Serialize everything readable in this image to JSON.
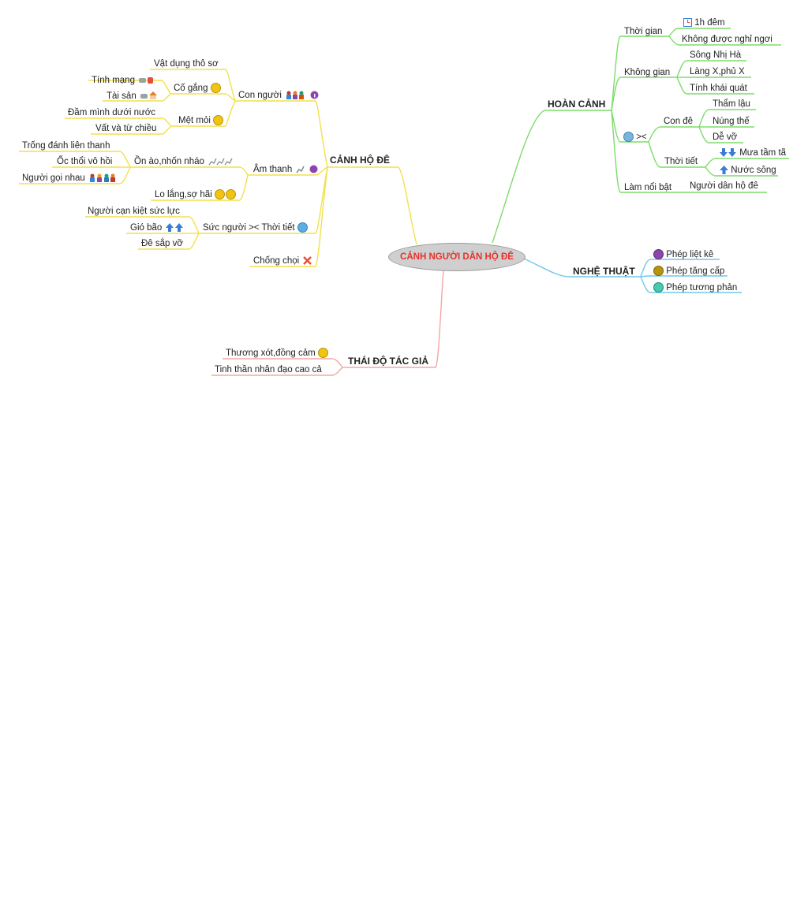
{
  "center": "CẢNH NGƯỜI DÂN HỘ ĐÊ",
  "colors": {
    "yellow": "#f2e14c",
    "green": "#7ddc6a",
    "blue": "#6fc9ea",
    "pink": "#f2a8a0",
    "center_text": "#e8322c"
  },
  "left": {
    "canh_ho_de": {
      "label": "CẢNH HỘ ĐÊ",
      "con_nguoi": {
        "label": "Con người",
        "icons": [
          "people-icon",
          "info-icon"
        ],
        "items": {
          "vat_dung": "Vật dụng thô sơ",
          "co_gang": {
            "label": "Cố gắng",
            "icon": "smiley-icon",
            "items": [
              {
                "label": "Tính mạng",
                "icon": "hands-icon"
              },
              {
                "label": "Tài sản",
                "icon": "house-icon"
              }
            ]
          },
          "met_moi": {
            "label": "Mệt mỏi",
            "icon": "tired-icon",
            "items": [
              "Đầm mình dưới nước",
              "Vất và từ chiều"
            ]
          }
        }
      },
      "am_thanh": {
        "label": "Âm thanh",
        "icons": [
          "running-icon",
          "info-icon"
        ],
        "on_ao": {
          "label": "Ồn ào,nhốn nháo",
          "icon": "running-people-icon",
          "items": [
            "Trống đánh liên thanh",
            "Ốc thổi vô hồi",
            {
              "label": "Người gọi nhau",
              "icon": "people-icon"
            }
          ]
        },
        "lo_lang": {
          "label": "Lo lắng,sợ hãi",
          "icon": "worried-faces-icon"
        }
      },
      "suc_nguoi": {
        "label": "Sức người >< Thời tiết",
        "icon": "globe-icon",
        "items": [
          "Người cạn kiệt sức lực",
          {
            "label": "Gió bão",
            "icon": "arrows-up-icon"
          },
          "Đê sắp vỡ"
        ]
      },
      "chong_choi": {
        "label": "Chống chọi",
        "icon": "cross-icon"
      }
    },
    "thai_do": {
      "label": "THÁI ĐỘ TÁC GIẢ",
      "items": [
        {
          "label": "Thương xót,đồng cảm",
          "icon": "sad-face-icon"
        },
        "Tinh thần nhân đạo cao cả"
      ]
    }
  },
  "right": {
    "hoan_canh": {
      "label": "HOÀN CẢNH",
      "thoi_gian": {
        "label": "Thời gian",
        "items": [
          {
            "label": "1h đêm",
            "icon": "clock-icon"
          },
          "Không được nghỉ ngơi"
        ]
      },
      "khong_gian": {
        "label": "Không gian",
        "items": [
          "Sông Nhị Hà",
          "Làng X,phủ X",
          "Tính khái quát"
        ]
      },
      "vs": {
        "label": "><",
        "icon": "globe-icon",
        "con_de": {
          "label": "Con đê",
          "items": [
            "Thẩm lậu",
            "Núng thế",
            "Dễ vỡ"
          ]
        },
        "thoi_tiet": {
          "label": "Thời tiết",
          "items": [
            {
              "label": "Mưa tầm tã",
              "icon": "arrows-down-icon"
            },
            {
              "label": "Nước sông",
              "icon": "arrow-up-icon"
            }
          ]
        }
      },
      "lam_noi_bat": {
        "label": "Làm nổi bật",
        "child": "Người dân hộ đê"
      }
    },
    "nghe_thuat": {
      "label": "NGHỆ THUẬT",
      "items": [
        {
          "label": "Phép liệt kê",
          "icon": "purple-gem-icon"
        },
        {
          "label": "Phép tăng cấp",
          "icon": "olive-gem-icon"
        },
        {
          "label": "Phép tương phản",
          "icon": "teal-gem-icon"
        }
      ]
    }
  }
}
